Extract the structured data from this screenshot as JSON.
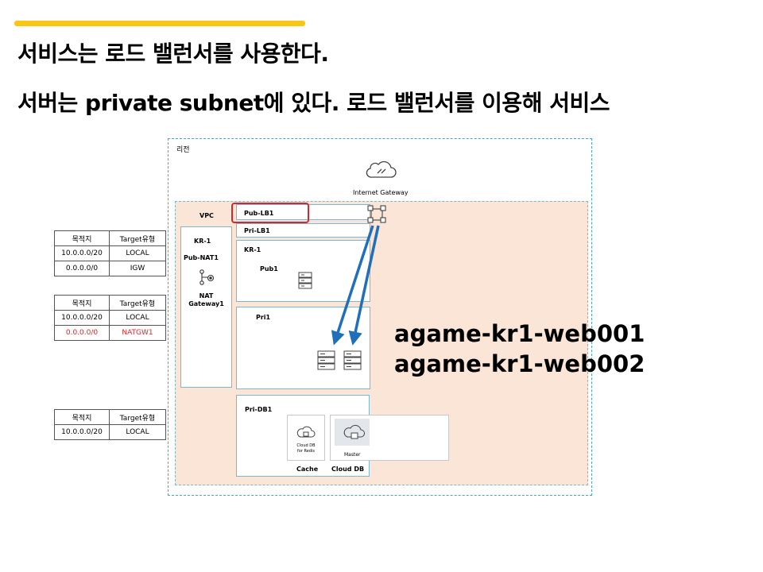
{
  "slide": {
    "title_line1": "서비스는 로드 밸런서를 사용한다.",
    "title_line2": "서버는 private subnet에 있다. 로드 밸런서를 이용해 서비스",
    "accent_color": "#f8c711"
  },
  "diagram": {
    "region_label": "리전",
    "igw_label": "Internet Gateway",
    "vpc_label": "VPC",
    "kr1_label": "KR-1",
    "pub_nat1_label": "Pub-NAT1",
    "nat_gateway_line1": "NAT",
    "nat_gateway_line2": "Gateway1",
    "pub_lb1_label": "Pub-LB1",
    "pri_lb1_label": "Pri-LB1",
    "kr1_subnet_label": "KR-1",
    "pub1_label": "Pub1",
    "pri1_label": "Pri1",
    "pri_db1_label": "Pri-DB1",
    "cloud_db_redis_line1": "Cloud DB",
    "cloud_db_redis_line2": "for Redis",
    "master_label": "Master",
    "cache_label": "Cache",
    "cloud_db_label": "Cloud DB",
    "highlight_color": "#d9262c",
    "arrow_color": "#1f6fba"
  },
  "route_tables": [
    {
      "headers": [
        "목적지",
        "Target유형"
      ],
      "rows": [
        [
          "10.0.0.0/20",
          "LOCAL"
        ],
        [
          "0.0.0.0/0",
          "IGW"
        ]
      ]
    },
    {
      "headers": [
        "목적지",
        "Target유형"
      ],
      "rows": [
        [
          "10.0.0.0/20",
          "LOCAL"
        ],
        [
          "0.0.0.0/0",
          "NATGW1"
        ]
      ]
    },
    {
      "headers": [
        "목적지",
        "Target유형"
      ],
      "rows": [
        [
          "10.0.0.0/20",
          "LOCAL"
        ]
      ]
    }
  ],
  "servers": {
    "web1": "agame-kr1-web001",
    "web2": "agame-kr1-web002"
  }
}
